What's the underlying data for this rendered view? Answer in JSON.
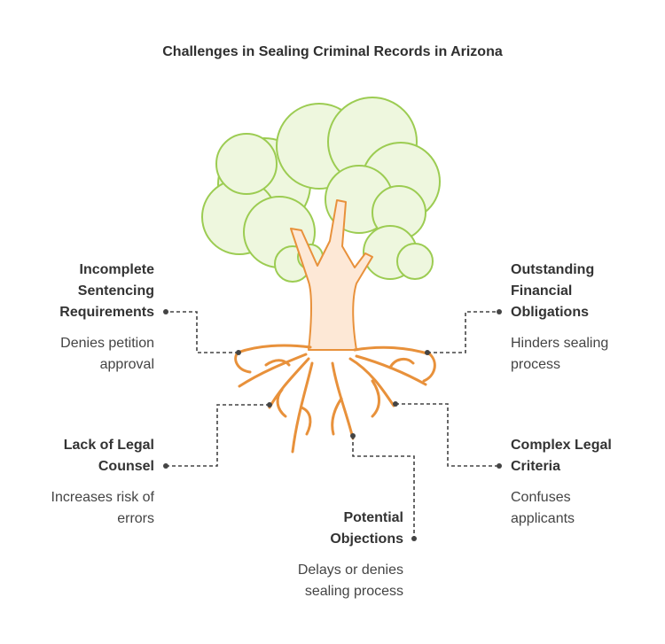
{
  "title": "Challenges in Sealing Criminal Records in Arizona",
  "colors": {
    "foliage_fill": "#eef7de",
    "foliage_stroke": "#9ccc52",
    "trunk_fill": "#fde8d6",
    "trunk_stroke": "#e8913b",
    "connector": "#444444"
  },
  "items": [
    {
      "heading": "Incomplete Sentencing Requirements",
      "description": "Denies petition approval"
    },
    {
      "heading": "Outstanding Financial Obligations",
      "description": "Hinders sealing process"
    },
    {
      "heading": "Lack of Legal Counsel",
      "description": "Increases risk of errors"
    },
    {
      "heading": "Complex Legal Criteria",
      "description": "Confuses applicants"
    },
    {
      "heading": "Potential Objections",
      "description": "Delays or denies sealing process"
    }
  ]
}
